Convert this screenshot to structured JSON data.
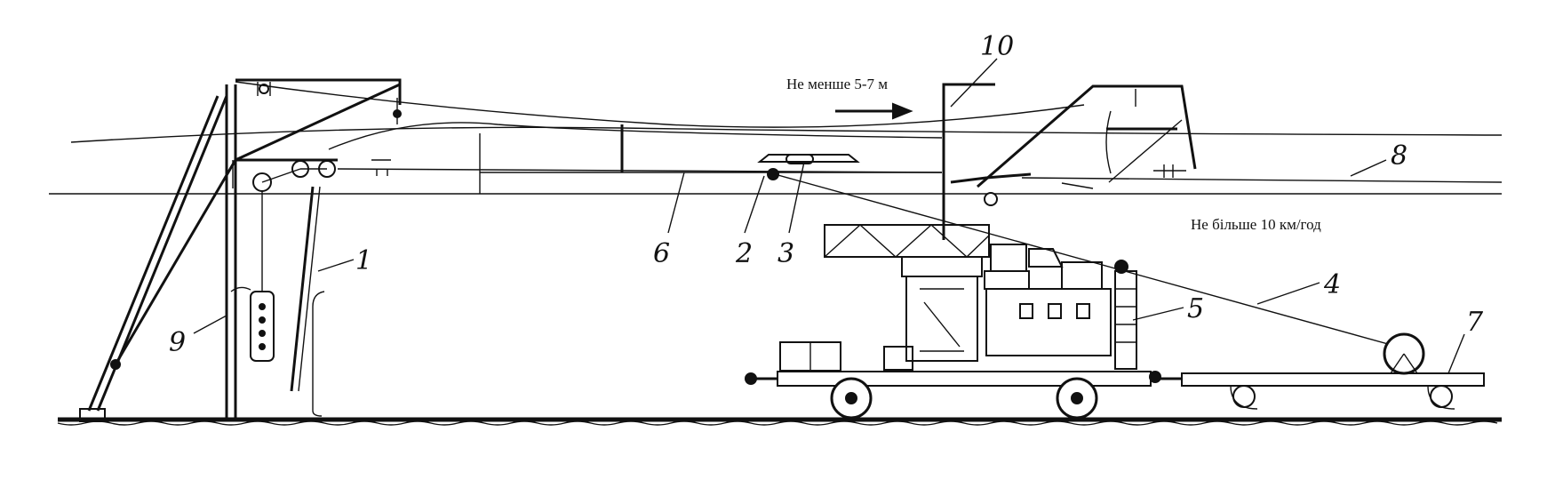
{
  "notes": {
    "min_distance": "Не менше 5-7 м",
    "max_speed": "Не більше 10 км/год"
  },
  "labels": {
    "l1": "1",
    "l2": "2",
    "l3": "3",
    "l4": "4",
    "l5": "5",
    "l6": "6",
    "l7": "7",
    "l8": "8",
    "l9": "9",
    "l10": "10"
  }
}
